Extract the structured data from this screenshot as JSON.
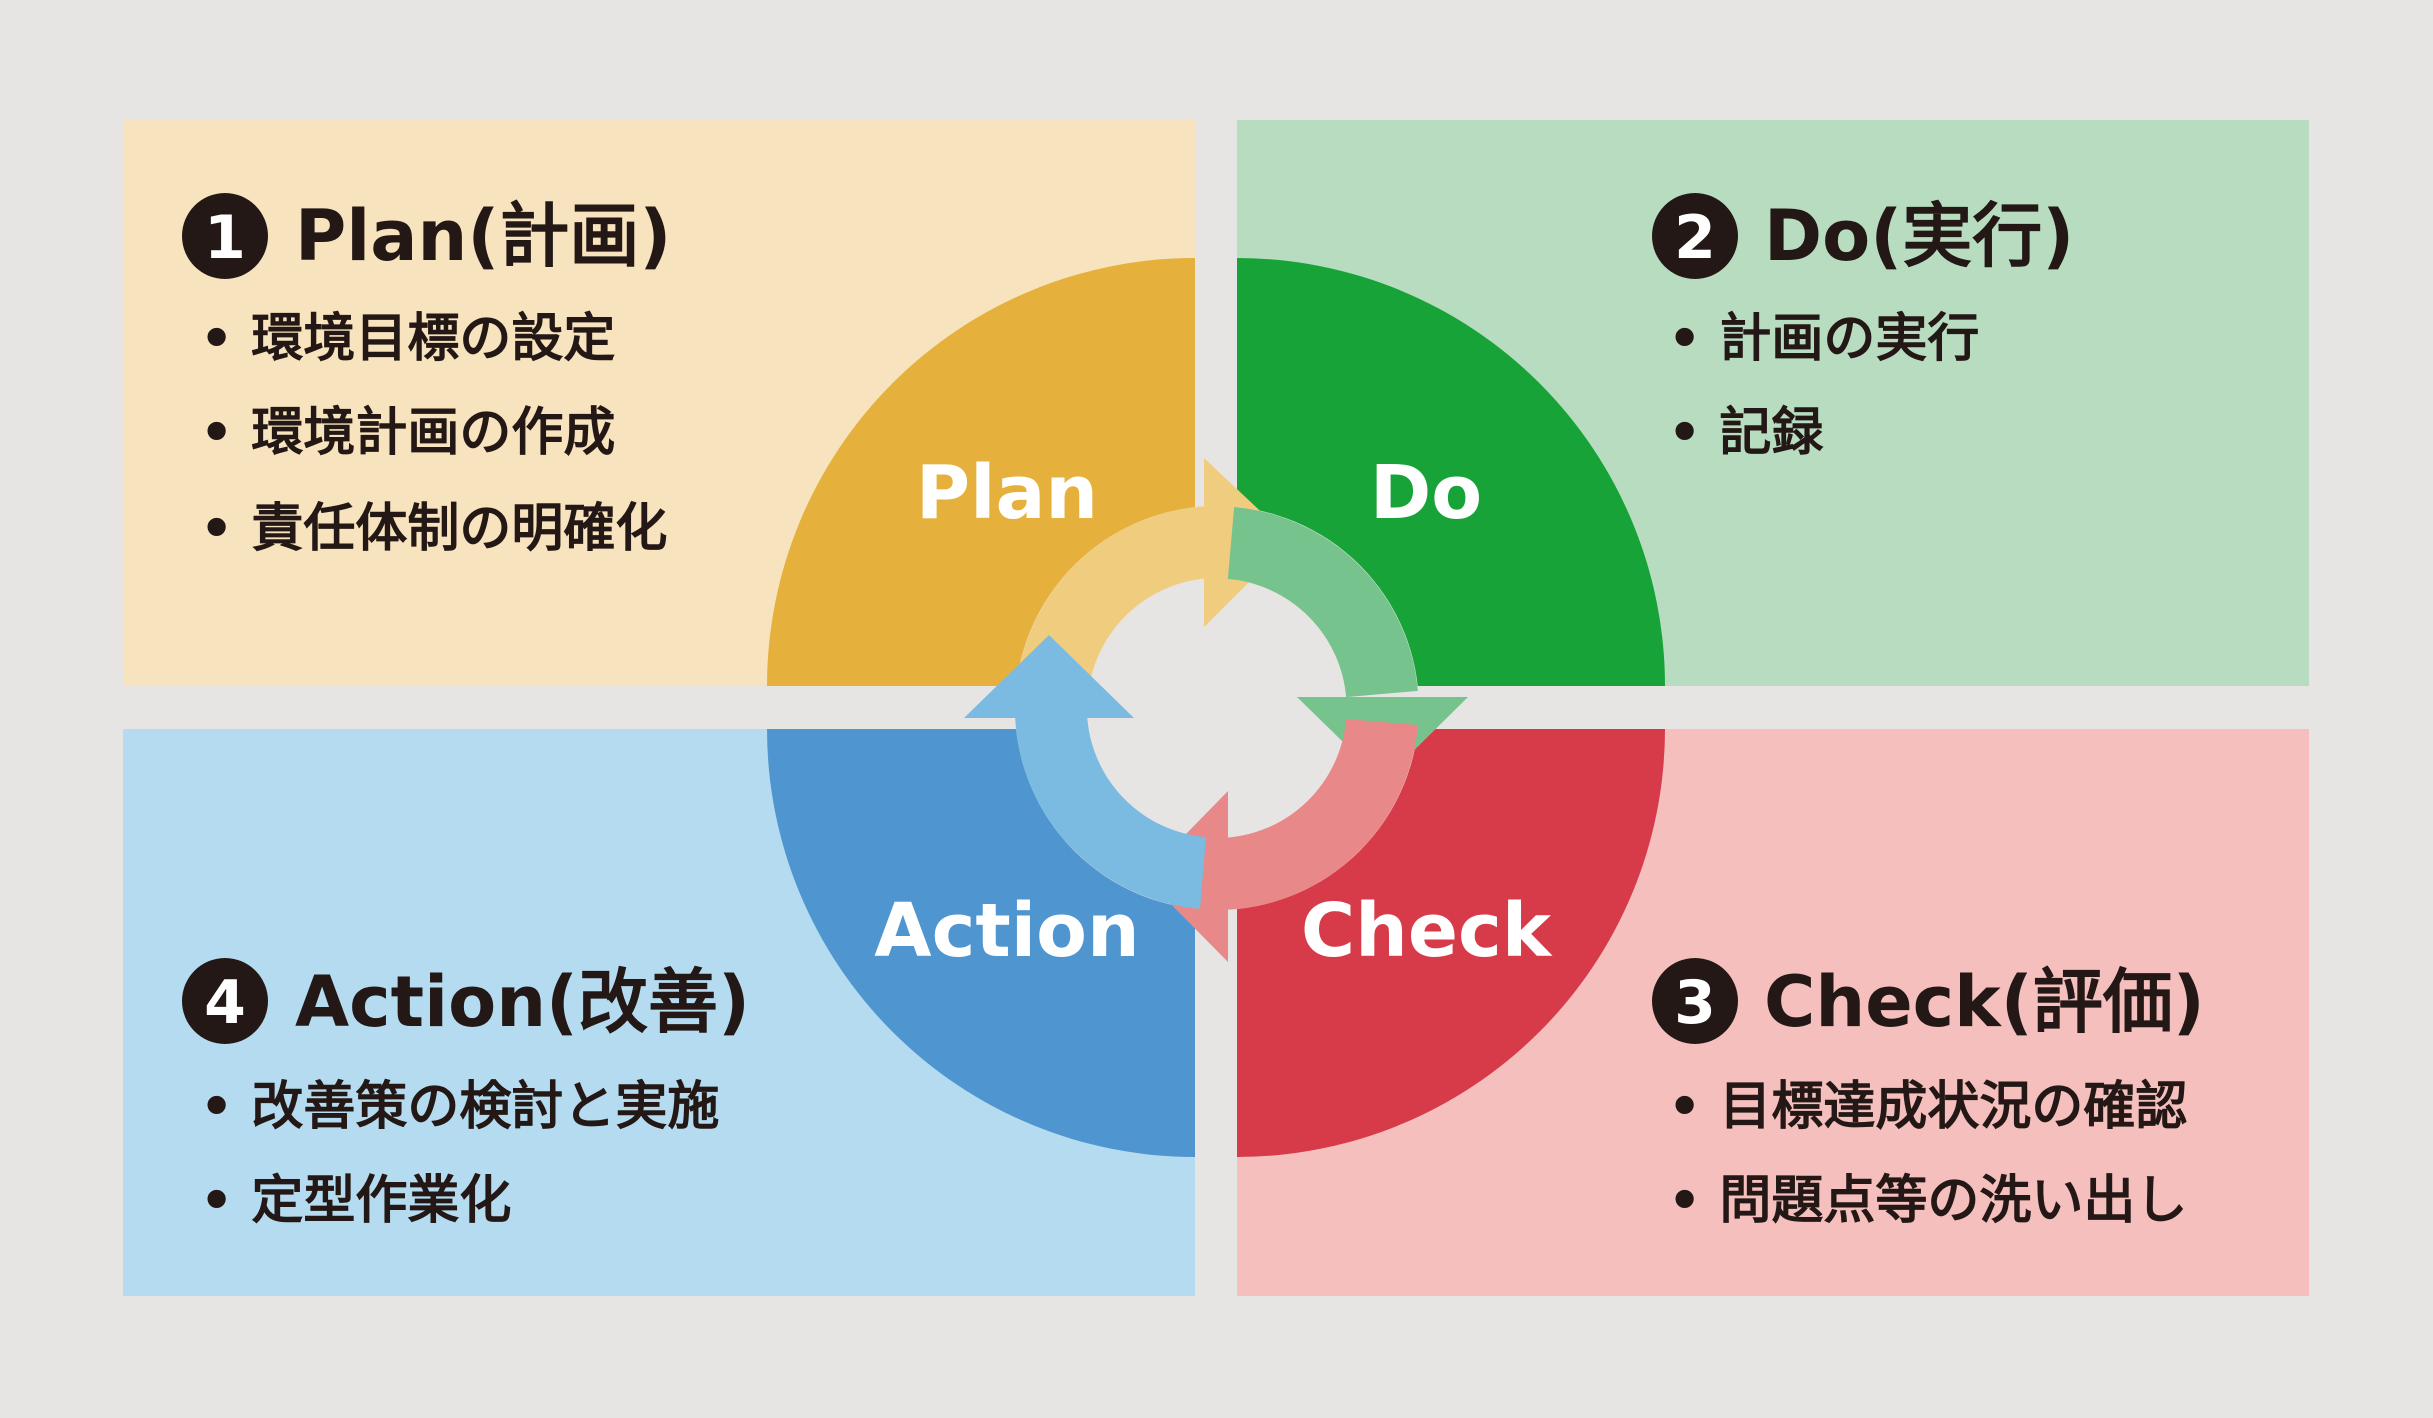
{
  "colors": {
    "background": "#e6e5e3",
    "plan_box": "#f7e3bd",
    "plan_sector": "#e6b03c",
    "plan_arrow": "#f0cd7e",
    "do_box": "#b7dcc0",
    "do_sector": "#17a337",
    "do_arrow": "#76c38d",
    "check_box": "#f4bfbd",
    "check_sector": "#d73a48",
    "check_arrow": "#e88888",
    "action_box": "#b4dbef",
    "action_sector": "#4f95d0",
    "action_arrow": "#7bbbe1"
  },
  "plan": {
    "number": "1",
    "title": "Plan(計画)",
    "label": "Plan",
    "items": [
      "• 環境目標の設定",
      "• 環境計画の作成",
      "• 責任体制の明確化"
    ]
  },
  "do": {
    "number": "2",
    "title": "Do(実行)",
    "label": "Do",
    "items": [
      "• 計画の実行",
      "• 記録"
    ]
  },
  "check": {
    "number": "3",
    "title": "Check(評価)",
    "label": "Check",
    "items": [
      "• 目標達成状況の確認",
      "• 問題点等の洗い出し"
    ]
  },
  "action": {
    "number": "4",
    "title": "Action(改善)",
    "label": "Action",
    "items": [
      "• 改善策の検討と実施",
      "• 定型作業化"
    ]
  }
}
